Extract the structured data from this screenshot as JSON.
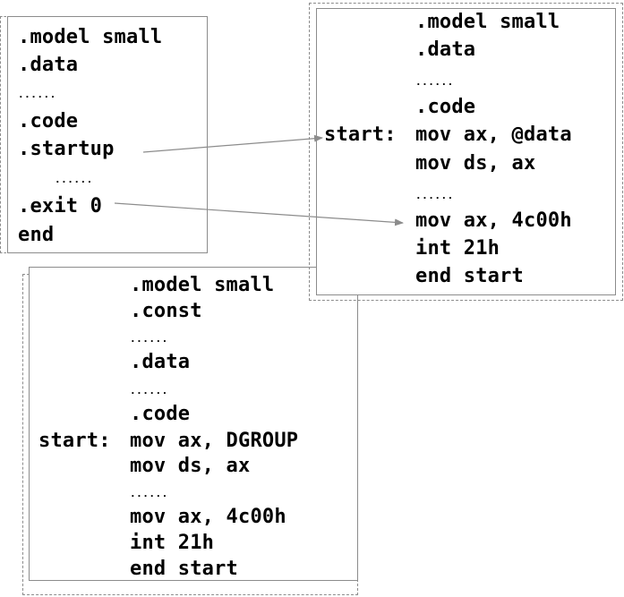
{
  "colors": {
    "border": "#8c8c8c",
    "arrow": "#8c8c8c",
    "text": "#000000"
  },
  "panel_simplified": {
    "lines": {
      "model": ".model small",
      "data": ".data",
      "dots1": "......",
      "code": ".code",
      "startup": ".startup",
      "dots2": "......",
      "exit": ".exit 0",
      "end": "end"
    }
  },
  "panel_expanded": {
    "lines": {
      "model": ".model small",
      "data": ".data",
      "dots1": "......",
      "code": ".code",
      "label": "start:",
      "mov_ax_data": "mov ax, @data",
      "mov_ds_ax": "mov ds, ax",
      "dots2": "......",
      "mov_ax_4c00h": "mov ax, 4c00h",
      "int_21h": "int 21h",
      "end_start": "end start"
    }
  },
  "panel_dgroup": {
    "lines": {
      "model": ".model small",
      "const": ".const",
      "dots1": "......",
      "data": ".data",
      "dots2": "......",
      "code": ".code",
      "label": "start:",
      "mov_ax_dgroup": "mov ax, DGROUP",
      "mov_ds_ax": "mov ds, ax",
      "dots3": "......",
      "mov_ax_4c00h": "mov ax, 4c00h",
      "int_21h": "int 21h",
      "end_start": "end start"
    }
  },
  "arrows": [
    {
      "from": "startup",
      "to": "start-label"
    },
    {
      "from": "exit",
      "to": "mov-ax-4c00h"
    }
  ]
}
